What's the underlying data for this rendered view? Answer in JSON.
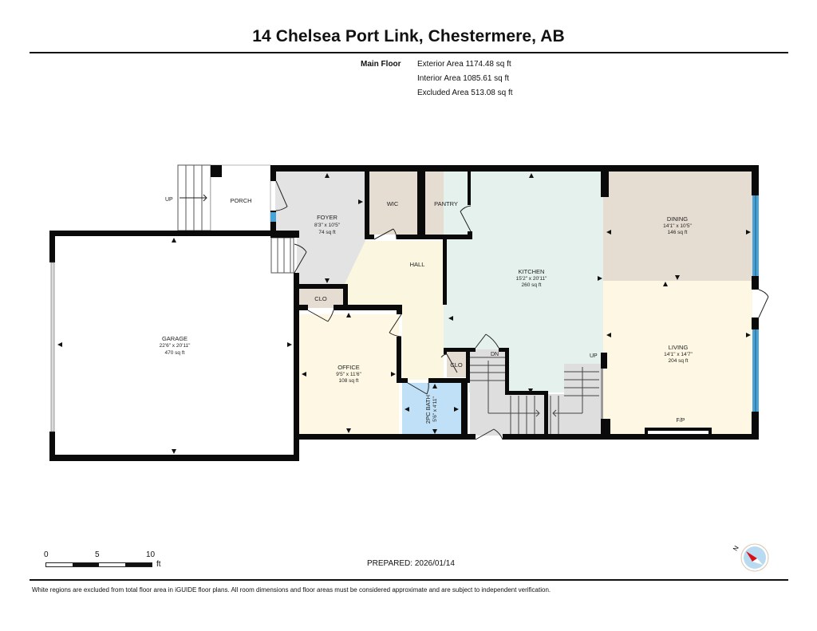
{
  "header": {
    "title": "14 Chelsea Port Link, Chestermere, AB"
  },
  "areas": {
    "floor_label": "Main Floor",
    "exterior": "Exterior Area 1174.48 sq ft",
    "interior": "Interior Area 1085.61 sq ft",
    "excluded": "Excluded Area 513.08 sq ft"
  },
  "rooms": {
    "porch": {
      "name": "PORCH"
    },
    "porch_stairs": {
      "label": "UP"
    },
    "foyer": {
      "name": "FOYER",
      "dims": "8'3\" x 10'5\"",
      "area": "74 sq ft",
      "color": "#e3e3e3"
    },
    "wic": {
      "name": "WIC",
      "color": "#e6ddd2"
    },
    "pantry": {
      "name": "PANTRY",
      "color": "#e6ddd2"
    },
    "hall": {
      "name": "HALL",
      "color": "#fbf6df"
    },
    "kitchen": {
      "name": "KITCHEN",
      "dims": "15'2\" x 20'11\"",
      "area": "260 sq ft",
      "color": "#e4f1ec"
    },
    "dining": {
      "name": "DINING",
      "dims": "14'1\" x 10'5\"",
      "area": "146 sq ft",
      "color": "#e6ddd2"
    },
    "living": {
      "name": "LIVING",
      "dims": "14'1\" x 14'7\"",
      "area": "204 sq ft",
      "color": "#fdf7e4"
    },
    "garage": {
      "name": "GARAGE",
      "dims": "22'6\" x 20'11\"",
      "area": "470 sq ft",
      "color": "#ffffff"
    },
    "office": {
      "name": "OFFICE",
      "dims": "9'5\" x 11'6\"",
      "area": "108 sq ft",
      "color": "#fdf7e4"
    },
    "closet_foyer": {
      "name": "CLO",
      "color": "#e6ddd2"
    },
    "closet_hall": {
      "name": "CLO",
      "color": "#e6ddd2"
    },
    "bath": {
      "name": "2PC BATH",
      "dims": "5'6\" x 4'11\"",
      "color": "#bfe0f6"
    },
    "stairs_down": {
      "label": "DN",
      "color": "#dedede"
    },
    "stairs_up": {
      "label": "UP",
      "color": "#dedede"
    },
    "fireplace": {
      "label": "F/P"
    }
  },
  "colors": {
    "wall": "#0a0a0a",
    "window": "#4aa3d6"
  },
  "scale_bar": {
    "ticks": [
      "0",
      "5",
      "10"
    ],
    "unit": "ft"
  },
  "footer": {
    "prepared": "PREPARED: 2026/01/14",
    "disclaimer": "White regions are excluded from total floor area in iGUIDE floor plans. All room dimensions and floor areas must be considered approximate and are subject to independent verification."
  },
  "compass": {
    "north_label": "N"
  }
}
